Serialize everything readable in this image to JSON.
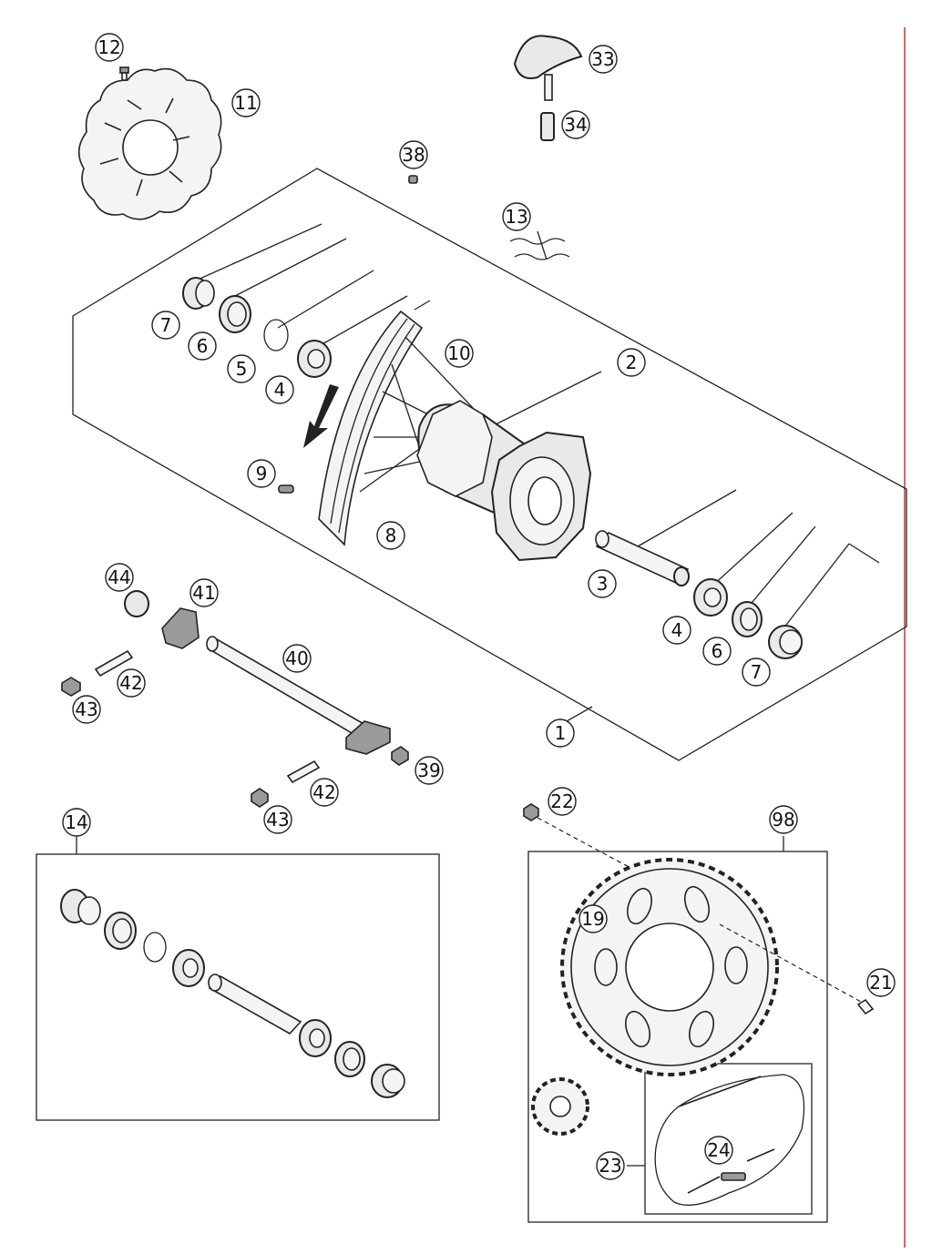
{
  "page_margin_color": "#cc3333",
  "callouts": [
    {
      "id": "c12",
      "label": "12"
    },
    {
      "id": "c11",
      "label": "11"
    },
    {
      "id": "c33",
      "label": "33"
    },
    {
      "id": "c34",
      "label": "34"
    },
    {
      "id": "c38",
      "label": "38"
    },
    {
      "id": "c13",
      "label": "13"
    },
    {
      "id": "c7a",
      "label": "7"
    },
    {
      "id": "c6a",
      "label": "6"
    },
    {
      "id": "c5",
      "label": "5"
    },
    {
      "id": "c4a",
      "label": "4"
    },
    {
      "id": "c10",
      "label": "10"
    },
    {
      "id": "c2",
      "label": "2"
    },
    {
      "id": "c9",
      "label": "9"
    },
    {
      "id": "c8",
      "label": "8"
    },
    {
      "id": "c3",
      "label": "3"
    },
    {
      "id": "c4b",
      "label": "4"
    },
    {
      "id": "c6b",
      "label": "6"
    },
    {
      "id": "c7b",
      "label": "7"
    },
    {
      "id": "c44",
      "label": "44"
    },
    {
      "id": "c41",
      "label": "41"
    },
    {
      "id": "c40",
      "label": "40"
    },
    {
      "id": "c42a",
      "label": "42"
    },
    {
      "id": "c43a",
      "label": "43"
    },
    {
      "id": "c1",
      "label": "1"
    },
    {
      "id": "c39",
      "label": "39"
    },
    {
      "id": "c42b",
      "label": "42"
    },
    {
      "id": "c43b",
      "label": "43"
    },
    {
      "id": "c14",
      "label": "14"
    },
    {
      "id": "c22",
      "label": "22"
    },
    {
      "id": "c98",
      "label": "98"
    },
    {
      "id": "c19",
      "label": "19"
    },
    {
      "id": "c21",
      "label": "21"
    },
    {
      "id": "c23",
      "label": "23"
    },
    {
      "id": "c24",
      "label": "24"
    }
  ]
}
